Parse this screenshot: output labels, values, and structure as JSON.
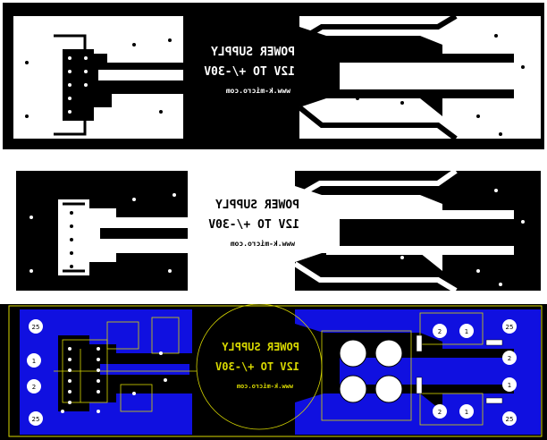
{
  "panels": [
    {
      "id": "solder-side",
      "label_line1": "POWER SUPPLY",
      "label_line2": "12V TO +/-30V",
      "label_line3": "www.k-micro.com"
    },
    {
      "id": "copper-inverted",
      "label_line1": "POWER SUPPLY",
      "label_line2": "12V TO +/-30V",
      "label_line3": "www.k-micro.com"
    },
    {
      "id": "layout-view",
      "label_line1": "POWER SUPPLY",
      "label_line2": "12V TO +/-30V",
      "label_line3": "www.k-micro.com",
      "pads": [
        "1",
        "2",
        "2",
        "1",
        "2",
        "1",
        "2",
        "1"
      ],
      "corner_labels": [
        "25",
        "25",
        "25",
        "25"
      ]
    }
  ],
  "colors": {
    "board_dark": "#000000",
    "copper_light": "#ffffff",
    "layout_copper": "#1010e0",
    "silkscreen": "#d8d800"
  }
}
